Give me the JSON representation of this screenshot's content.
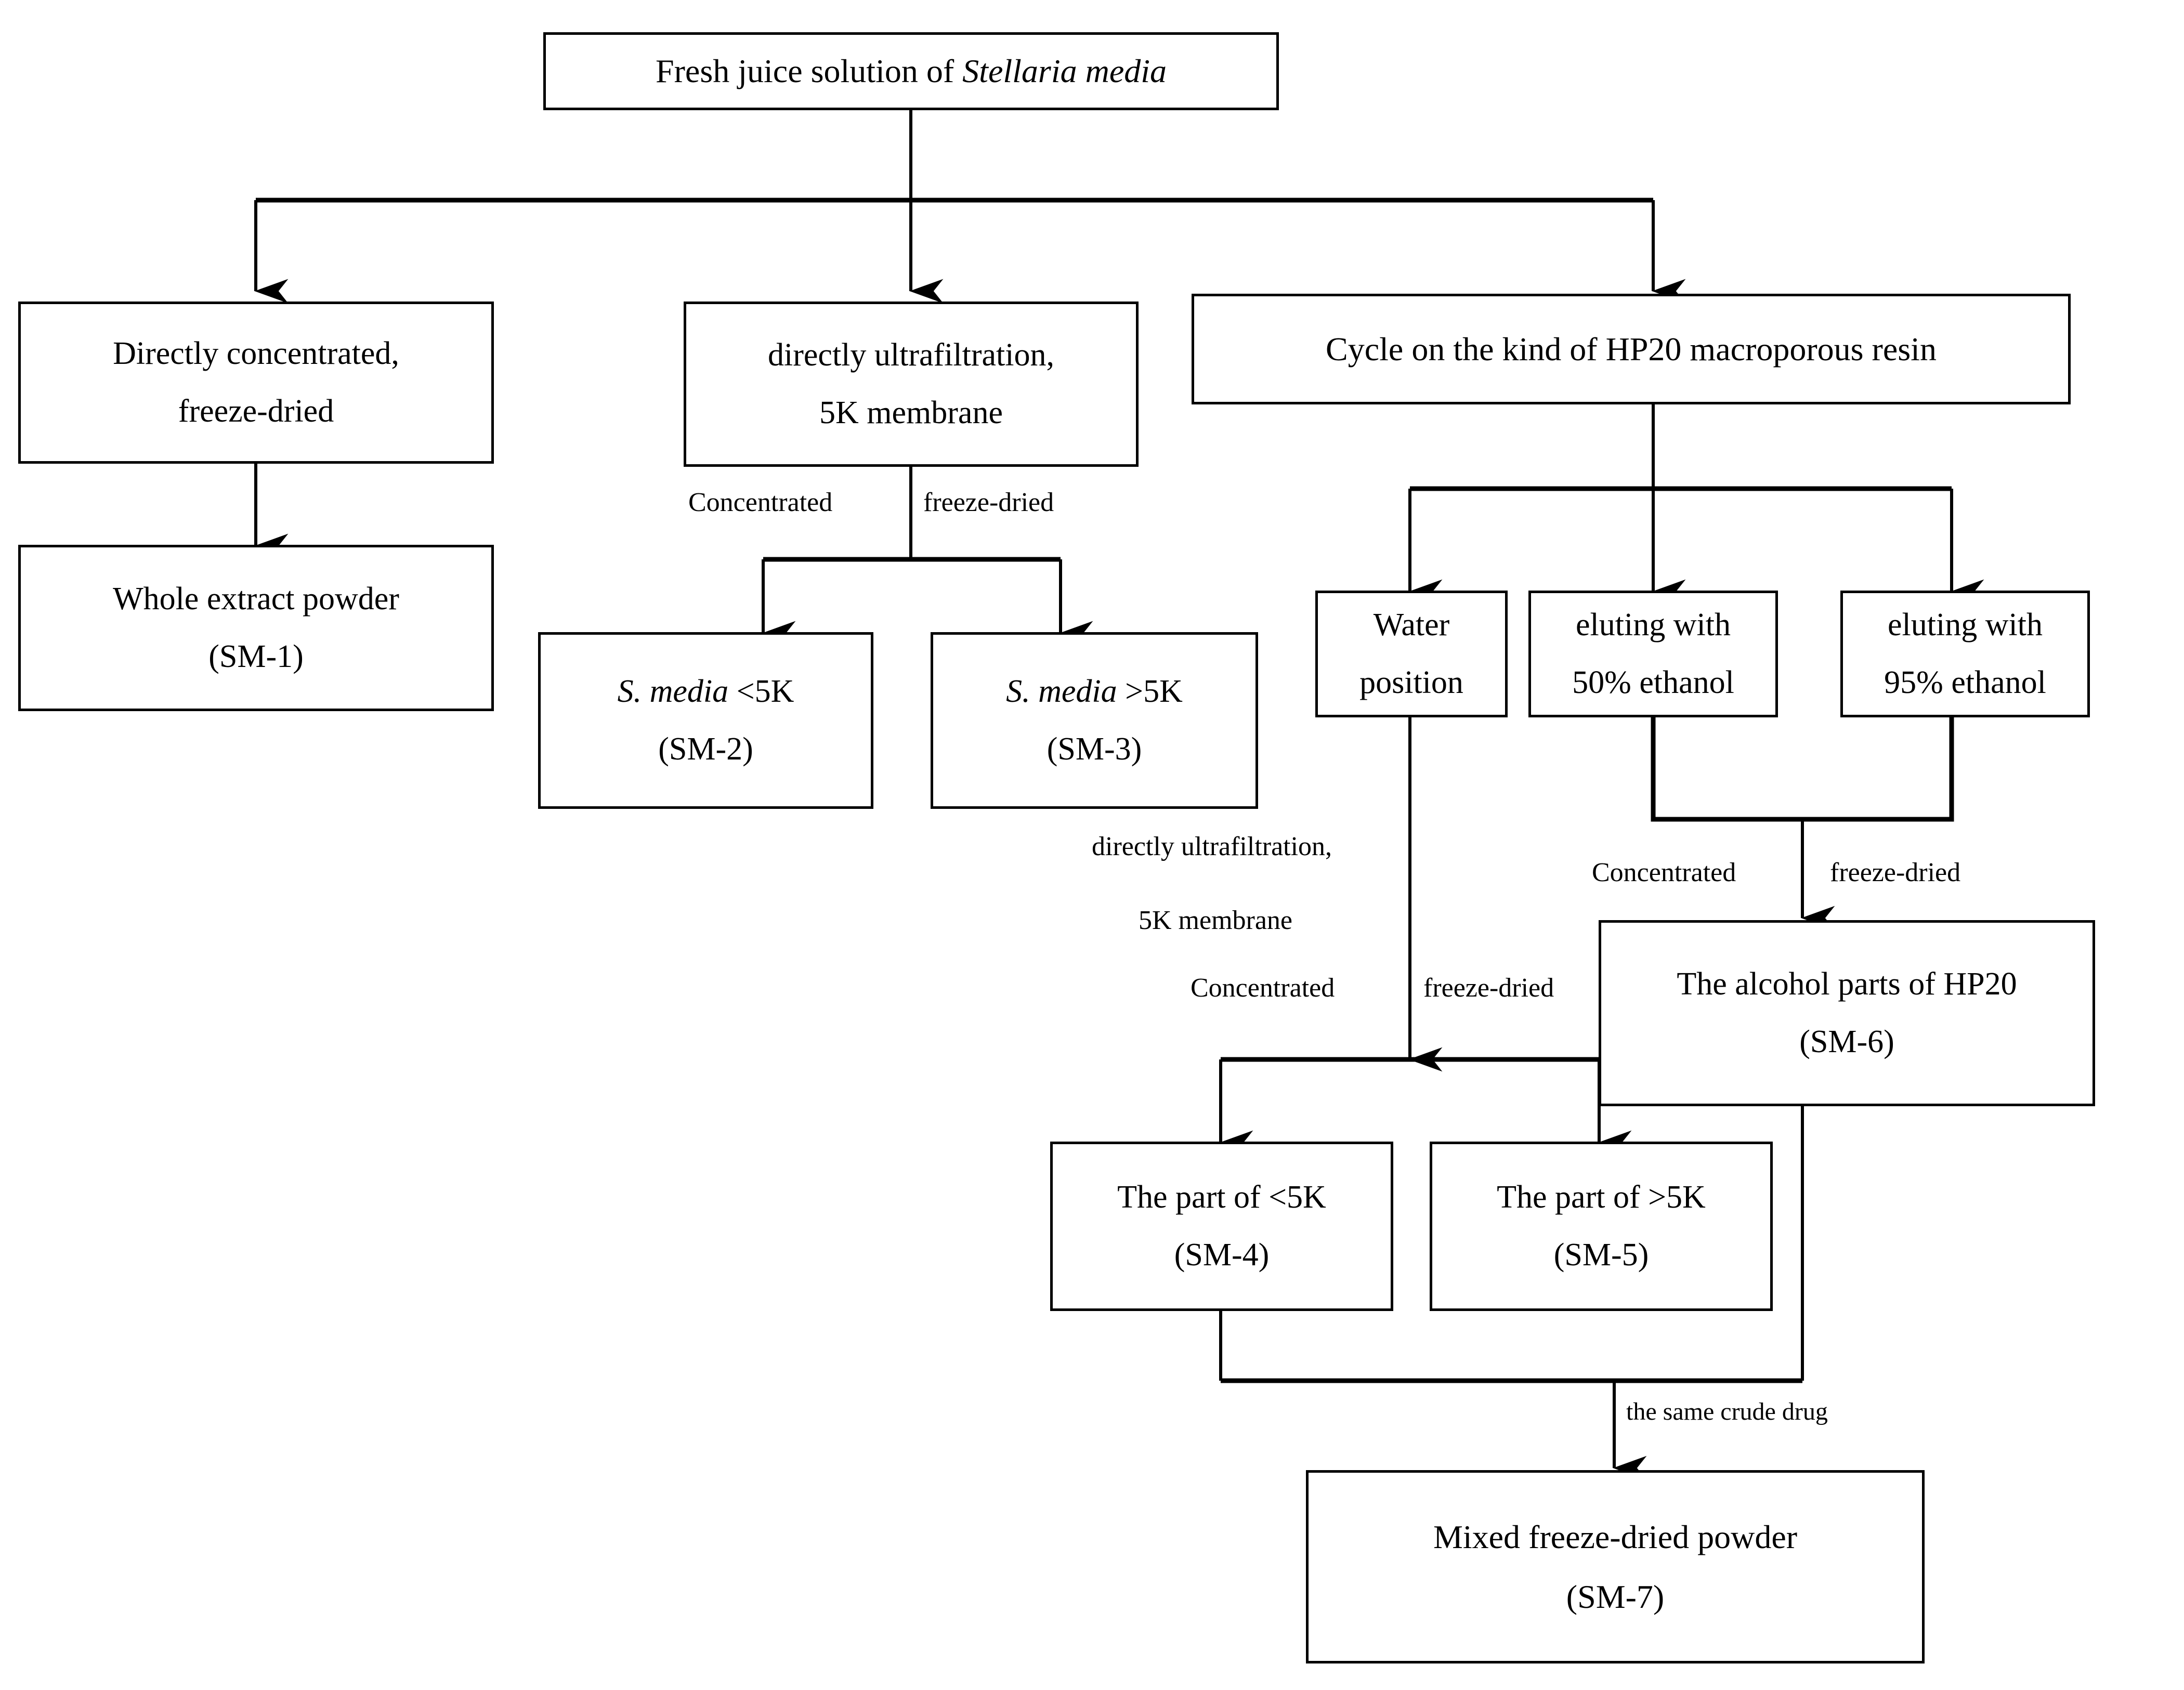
{
  "diagram": {
    "title": "Preparation flowchart of Stellaria media fractions",
    "stroke_color": "#000000",
    "background_color": "#ffffff",
    "nodes": {
      "root": {
        "line1_prefix": "Fresh juice solution  of ",
        "line1_italic": "Stellaria media"
      },
      "branch_direct": {
        "line1": "Directly  concentrated,",
        "line2": "freeze-dried"
      },
      "sm1": {
        "line1": "Whole extract powder",
        "line2": "(SM-1)"
      },
      "branch_ultrafiltration": {
        "line1": "directly ultrafiltration,",
        "line2": "5K  membrane"
      },
      "sm2": {
        "line1_italic": "S. media",
        "line1_rest": " <5K",
        "line2": "(SM-2)"
      },
      "sm3": {
        "line1_italic": "S. media",
        "line1_rest": " >5K",
        "line2": "(SM-3)"
      },
      "branch_resin": {
        "line1": "Cycle on the kind of HP20 macroporous resin"
      },
      "water_position": {
        "line1": "Water",
        "line2": "position"
      },
      "eluting_50": {
        "line1": "eluting with",
        "line2": "50% ethanol"
      },
      "eluting_95": {
        "line1": "eluting with",
        "line2": "95% ethanol"
      },
      "sm6": {
        "line1": "The  alcohol parts of HP20",
        "line2": "(SM-6)"
      },
      "sm4": {
        "line1": "The part of <5K",
        "line2": "(SM-4)"
      },
      "sm5": {
        "line1": "The part of >5K",
        "line2": "(SM-5)"
      },
      "sm7": {
        "line1": "Mixed freeze-dried powder",
        "line2": "(SM-7)"
      }
    },
    "edge_labels": {
      "uf_concentrated": "Concentrated",
      "uf_freeze_dried": "freeze-dried",
      "water_uf_line1": "directly ultrafiltration,",
      "water_uf_line2": "5K membrane",
      "water_concentrated": "Concentrated",
      "water_freeze_dried": "freeze-dried",
      "alcohol_concentrated": "Concentrated",
      "alcohol_freeze_dried": "freeze-dried",
      "same_crude_drug": "the same crude drug"
    }
  }
}
